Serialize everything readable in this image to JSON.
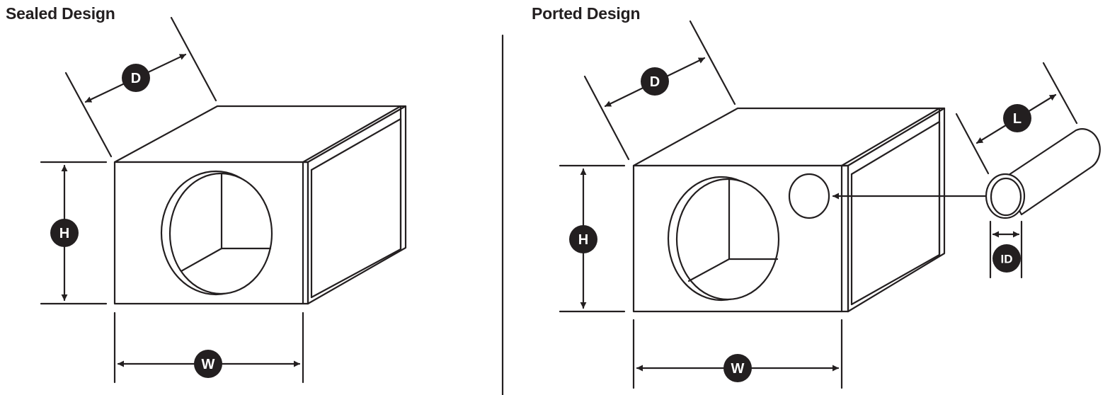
{
  "sealed": {
    "title": "Sealed Design",
    "labels": {
      "depth": "D",
      "height": "H",
      "width": "W"
    }
  },
  "ported": {
    "title": "Ported Design",
    "labels": {
      "depth": "D",
      "height": "H",
      "width": "W",
      "port_length": "L",
      "port_inner_diameter": "ID"
    }
  },
  "colors": {
    "ink": "#231f20",
    "background": "#ffffff"
  }
}
